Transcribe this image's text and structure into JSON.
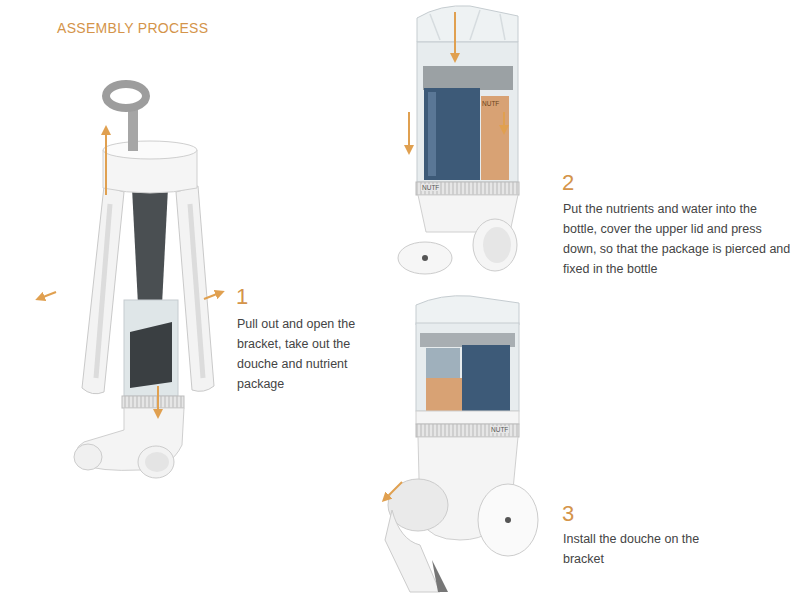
{
  "diagram": {
    "title": "ASSEMBLY PROCESS",
    "labels": [
      "1",
      "Pull out and open the bracket, take out the douche and nutrient package",
      "NUTF",
      "NUTF",
      "2",
      "Put the nutrients and water into the bottle, cover the upper lid and press down, so that the package is pierced and fixed in the bottle",
      "NUTF",
      "3",
      "Install the douche on the bracket"
    ]
  }
}
